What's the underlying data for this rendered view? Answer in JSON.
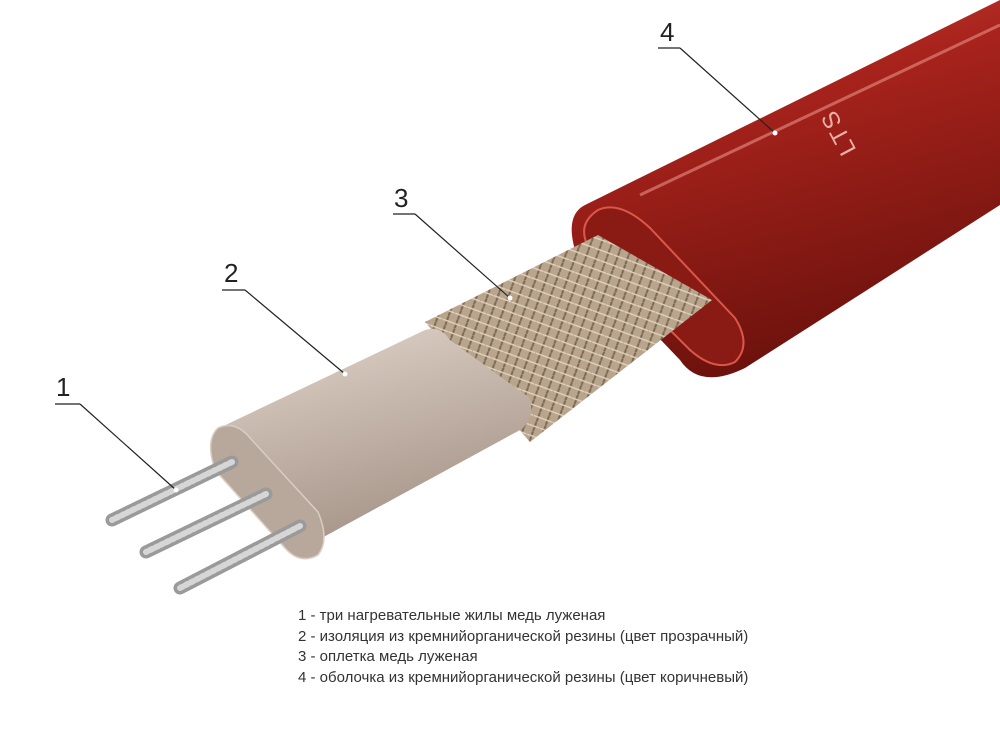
{
  "callouts": [
    "1",
    "2",
    "3",
    "4"
  ],
  "jacket_marking": "LTS",
  "legend": [
    "1 - три нагревательные жилы медь луженая",
    "2 - изоляция из кремнийорганической резины (цвет прозрачный)",
    "3 - оплетка медь луженая",
    "4 - оболочка из кремнийорганической резины (цвет коричневый)"
  ],
  "colors": {
    "jacket": "#a8231c",
    "insulation": "#cbb8aa",
    "braid": "#b9a48c",
    "wire": "#c8c8c8"
  }
}
